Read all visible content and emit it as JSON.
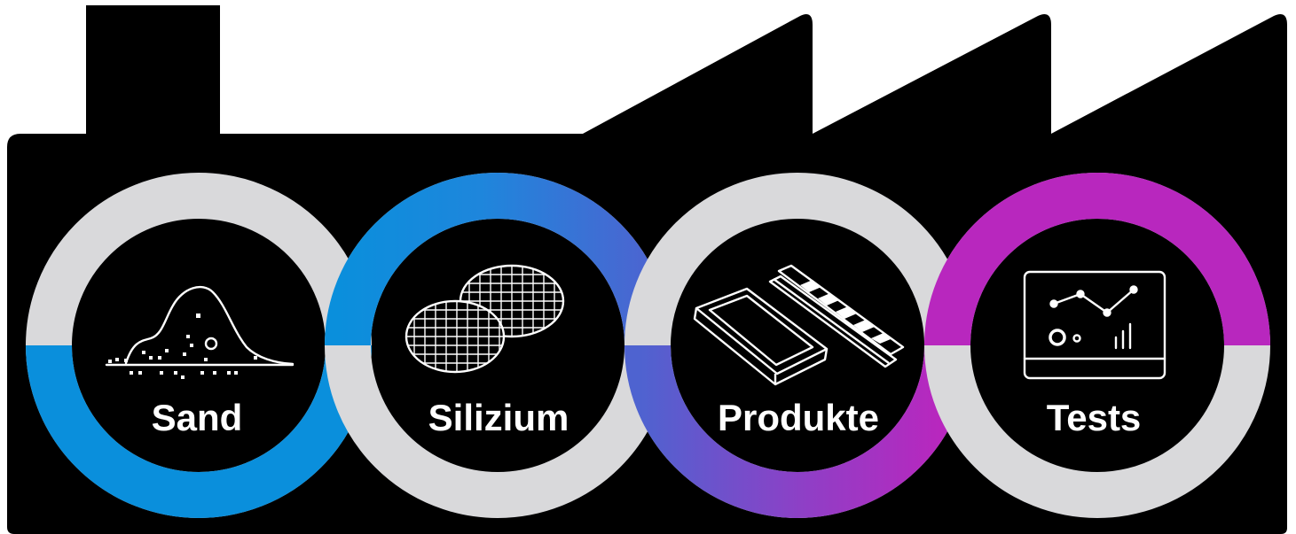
{
  "colors": {
    "factory": "#000000",
    "ring_gray": "#d9d9db",
    "blue": "#0a8fdc",
    "indigo": "#4e63d0",
    "purple": "#b827be",
    "icon_stroke": "#ffffff",
    "label": "#ffffff"
  },
  "stages": [
    {
      "label": "Sand",
      "icon": "sand-pile-icon"
    },
    {
      "label": "Silizium",
      "icon": "silicon-wafer-icon"
    },
    {
      "label": "Produkte",
      "icon": "ssd-and-memory-module-icon"
    },
    {
      "label": "Tests",
      "icon": "test-monitor-chart-icon"
    }
  ]
}
